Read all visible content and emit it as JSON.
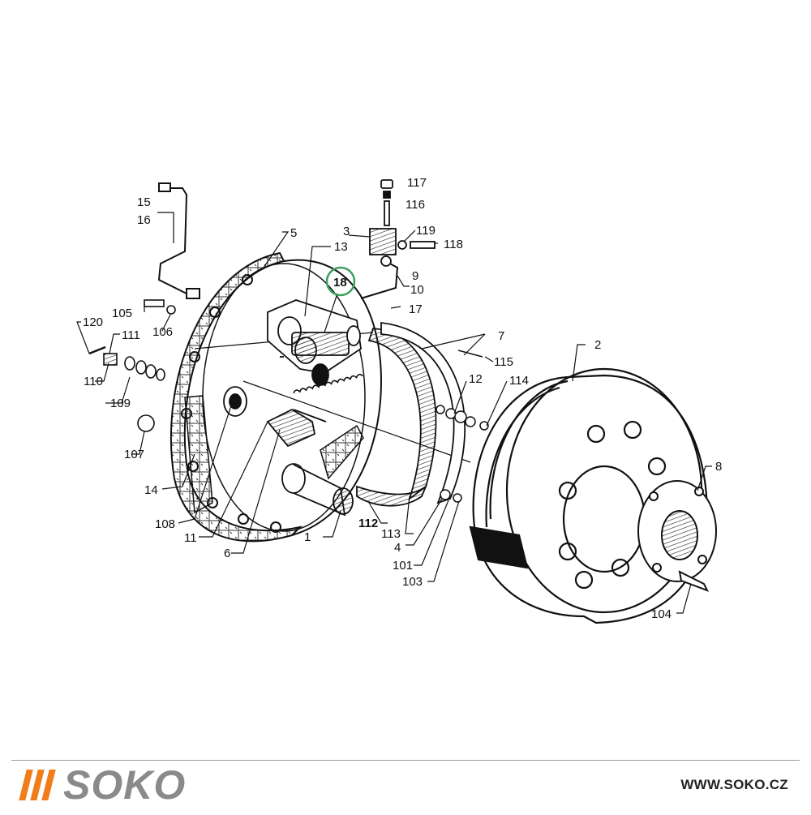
{
  "diagram": {
    "highlighted_part": "18",
    "labels": {
      "p1": "1",
      "p2": "2",
      "p3": "3",
      "p4": "4",
      "p5": "5",
      "p6": "6",
      "p7": "7",
      "p8": "8",
      "p9": "9",
      "p10": "10",
      "p11": "11",
      "p12": "12",
      "p13": "13",
      "p14": "14",
      "p15": "15",
      "p16": "16",
      "p17": "17",
      "p101": "101",
      "p103": "103",
      "p104": "104",
      "p105": "105",
      "p106": "106",
      "p107": "107",
      "p108": "108",
      "p109": "109",
      "p110": "110",
      "p111": "111",
      "p112": "112",
      "p113": "113",
      "p114": "114",
      "p115": "115",
      "p116": "116",
      "p117": "117",
      "p118": "118",
      "p119": "119",
      "p120": "120"
    }
  },
  "footer": {
    "logo_text": "SOKO",
    "url": "WWW.SOKO.CZ"
  },
  "colors": {
    "accent_orange": "#f07d1a",
    "logo_gray": "#8a8a8a",
    "highlight_green": "#3aa05a"
  }
}
